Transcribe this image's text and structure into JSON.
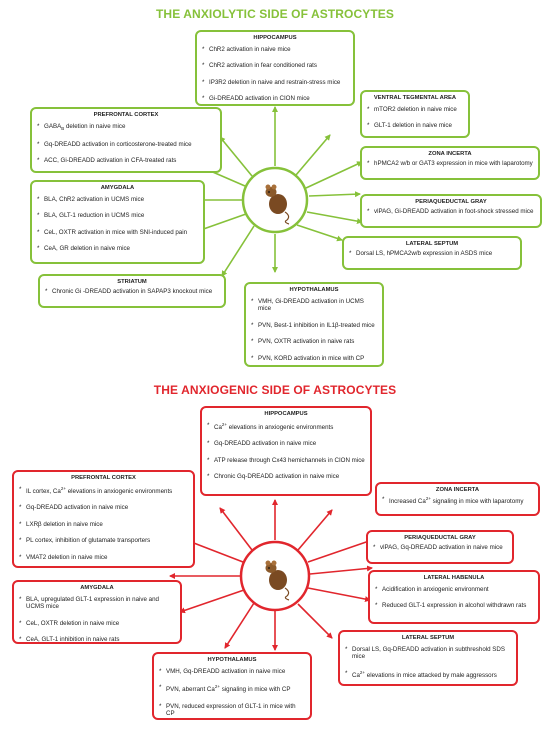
{
  "anxiolytic": {
    "title": "THE ANXIOLYTIC SIDE OF ASTROCYTES",
    "color": "#86c13a",
    "boxes": {
      "hippocampus": {
        "title": "HIPPOCAMPUS",
        "items": [
          "ChR2 activation in naive mice",
          "ChR2 activation in fear conditioned rats",
          "IP3R2 deletion in naive and restrain-stress mice",
          "Gi-DREADD activation in CION mice"
        ]
      },
      "prefrontal": {
        "title": "PREFRONTAL CORTEX",
        "items": [
          "GABAB deletion in naive mice",
          "Gq-DREADD activation in corticosterone-treated mice",
          "ACC, Gi-DREADD activation in CFA-treated rats"
        ]
      },
      "vta": {
        "title": "VENTRAL TEGMENTAL AREA",
        "items": [
          "mTOR2 deletion in naive mice",
          "GLT-1 deletion in naive mice"
        ]
      },
      "zona_incerta": {
        "title": "ZONA INCERTA",
        "items": [
          "hPMCA2 w/b or GAT3 expression in mice with laparotomy"
        ]
      },
      "amygdala": {
        "title": "AMYGDALA",
        "items": [
          "BLA, ChR2 activation in UCMS mice",
          "BLA, GLT-1 reduction in UCMS mice",
          "CeL, OXTR activation in mice with SNI-induced pain",
          "CeA, GR deletion in naive mice"
        ]
      },
      "pag": {
        "title": "PERIAQUEDUCTAL GRAY",
        "items": [
          "vlPAG, Gi-DREADD activation in foot-shock stressed mice"
        ]
      },
      "lateral_septum": {
        "title": "LATERAL SEPTUM",
        "items": [
          "Dorsal LS, hPMCA2w/b expression in ASDS mice"
        ]
      },
      "striatum": {
        "title": "STRIATUM",
        "items": [
          "Chronic Gi -DREADD activation in SAPAP3 knockout mice"
        ]
      },
      "hypothalamus": {
        "title": "HYPOTHALAMUS",
        "items": [
          "VMH, Gi-DREADD activation in UCMS mice",
          "PVN, Best-1 inhibition in IL1β-treated mice",
          "PVN, OXTR activation in naive rats",
          "PVN, KORD activation in mice with CP"
        ]
      }
    }
  },
  "anxiogenic": {
    "title": "THE ANXIOGENIC SIDE OF ASTROCYTES",
    "color": "#e1262d",
    "boxes": {
      "hippocampus": {
        "title": "HIPPOCAMPUS",
        "items": [
          "Ca2+ elevations in anxiogenic environments",
          "Gq-DREADD activation in naive mice",
          "ATP release through Cx43 hemichannels in CION mice",
          "Chronic Gq-DREADD activation in naive mice"
        ]
      },
      "prefrontal": {
        "title": "PREFRONTAL CORTEX",
        "items": [
          "IL cortex, Ca2+ elevations in anxiogenic environments",
          "Gq-DREADD activation in naive mice",
          "LXRβ deletion in naive mice",
          "PL cortex, inhibition of glutamate transporters",
          "VMAT2 deletion in naive mice"
        ]
      },
      "zona_incerta": {
        "title": "ZONA INCERTA",
        "items": [
          "Increased Ca2+ signaling in mice with laparotomy"
        ]
      },
      "pag": {
        "title": "PERIAQUEDUCTAL GRAY",
        "items": [
          "vlPAG, Gq-DREADD activation in naive mice"
        ]
      },
      "lateral_habenula": {
        "title": "LATERAL HABENULA",
        "items": [
          "Acidification in anxiogenic environment",
          "Reduced GLT-1 expression in alcohol withdrawn rats"
        ]
      },
      "amygdala": {
        "title": "AMYGDALA",
        "items": [
          "BLA, upregulated GLT-1 expression in naive and UCMS mice",
          "CeL, OXTR deletion in naive mice",
          "CeA, GLT-1 inhibition in naive rats"
        ]
      },
      "lateral_septum": {
        "title": "LATERAL SEPTUM",
        "items": [
          "Dorsal LS, Gq-DREADD activation in subthreshold SDS mice",
          "Ca2+ elevations  in mice attacked by male aggressors"
        ]
      },
      "hypothalamus": {
        "title": "HYPOTHALAMUS",
        "items": [
          "VMH, Gq-DREADD activation in naive mice",
          "PVN, aberrant Ca2+ signaling in mice with CP",
          "PVN, reduced expression of GLT-1 in mice with CP"
        ]
      }
    }
  }
}
